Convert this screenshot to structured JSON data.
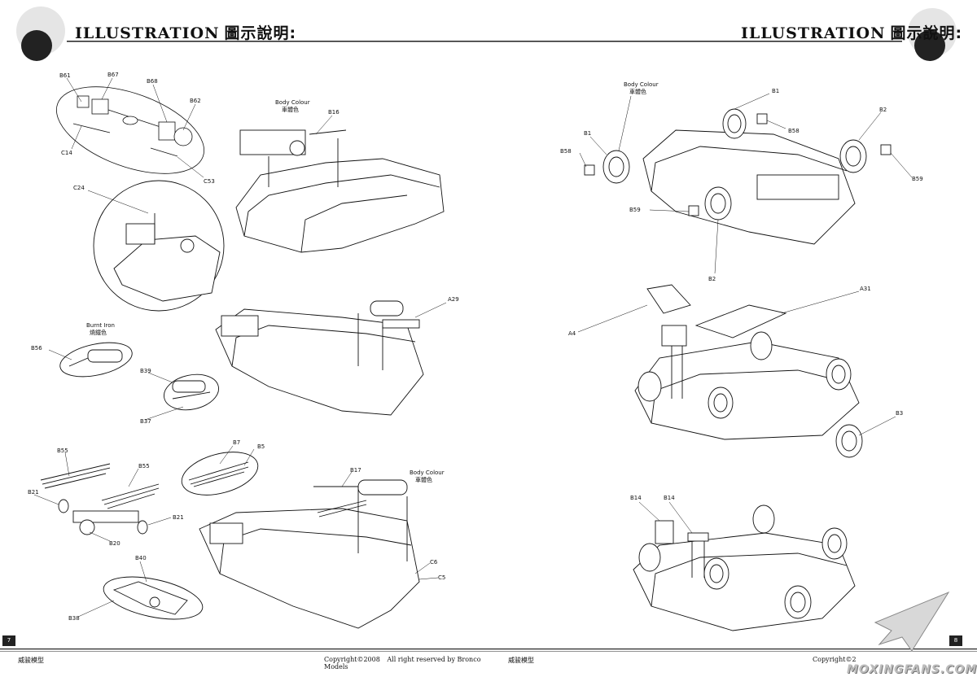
{
  "header": {
    "left_title_en": "ILLUSTRATION",
    "left_title_cjk": "圖示說明:",
    "right_title_en": "ILLUSTRATION",
    "right_title_cjk": "圖示說明:"
  },
  "footer": {
    "left_brand": "威骏模型",
    "copyright": "Copyright©2008",
    "rights": "All right reserved by Bronco Models",
    "right_brand": "威骏模型",
    "right_copyright": "Copyright©2"
  },
  "pages": {
    "left_number": "7",
    "right_number": "8"
  },
  "watermark": "MOXINGFANS.COM",
  "left_parts": {
    "b61": "B61",
    "b67": "B67",
    "b68": "B68",
    "b62": "B62",
    "c14": "C14",
    "c53": "C53",
    "body_colour_en": "Body Colour",
    "body_colour_cjk": "車體色",
    "b16": "B16",
    "c24": "C24",
    "a29": "A29",
    "burnt_iron_en": "Burnt Iron",
    "burnt_iron_cjk": "燒鐵色",
    "b56": "B56",
    "b39": "B39",
    "b37": "B37",
    "b55a": "B55",
    "b55b": "B55",
    "b7": "B7",
    "b5": "B5",
    "b21a": "B21",
    "b21b": "B21",
    "b20": "B20",
    "b17": "B17",
    "body_colour2_en": "Body Colour",
    "body_colour2_cjk": "車體色",
    "c6": "C6",
    "c5": "C5",
    "b40": "B40",
    "b38": "B38"
  },
  "right_parts": {
    "body_colour_en": "Body Colour",
    "body_colour_cjk": "車體色",
    "b1a": "B1",
    "b1b": "B1",
    "b58a": "B58",
    "b58b": "B58",
    "b2a": "B2",
    "b2b": "B2",
    "b59a": "B59",
    "b59b": "B59",
    "a31": "A31",
    "a4": "A4",
    "b3": "B3",
    "b14a": "B14",
    "b14b": "B14"
  }
}
